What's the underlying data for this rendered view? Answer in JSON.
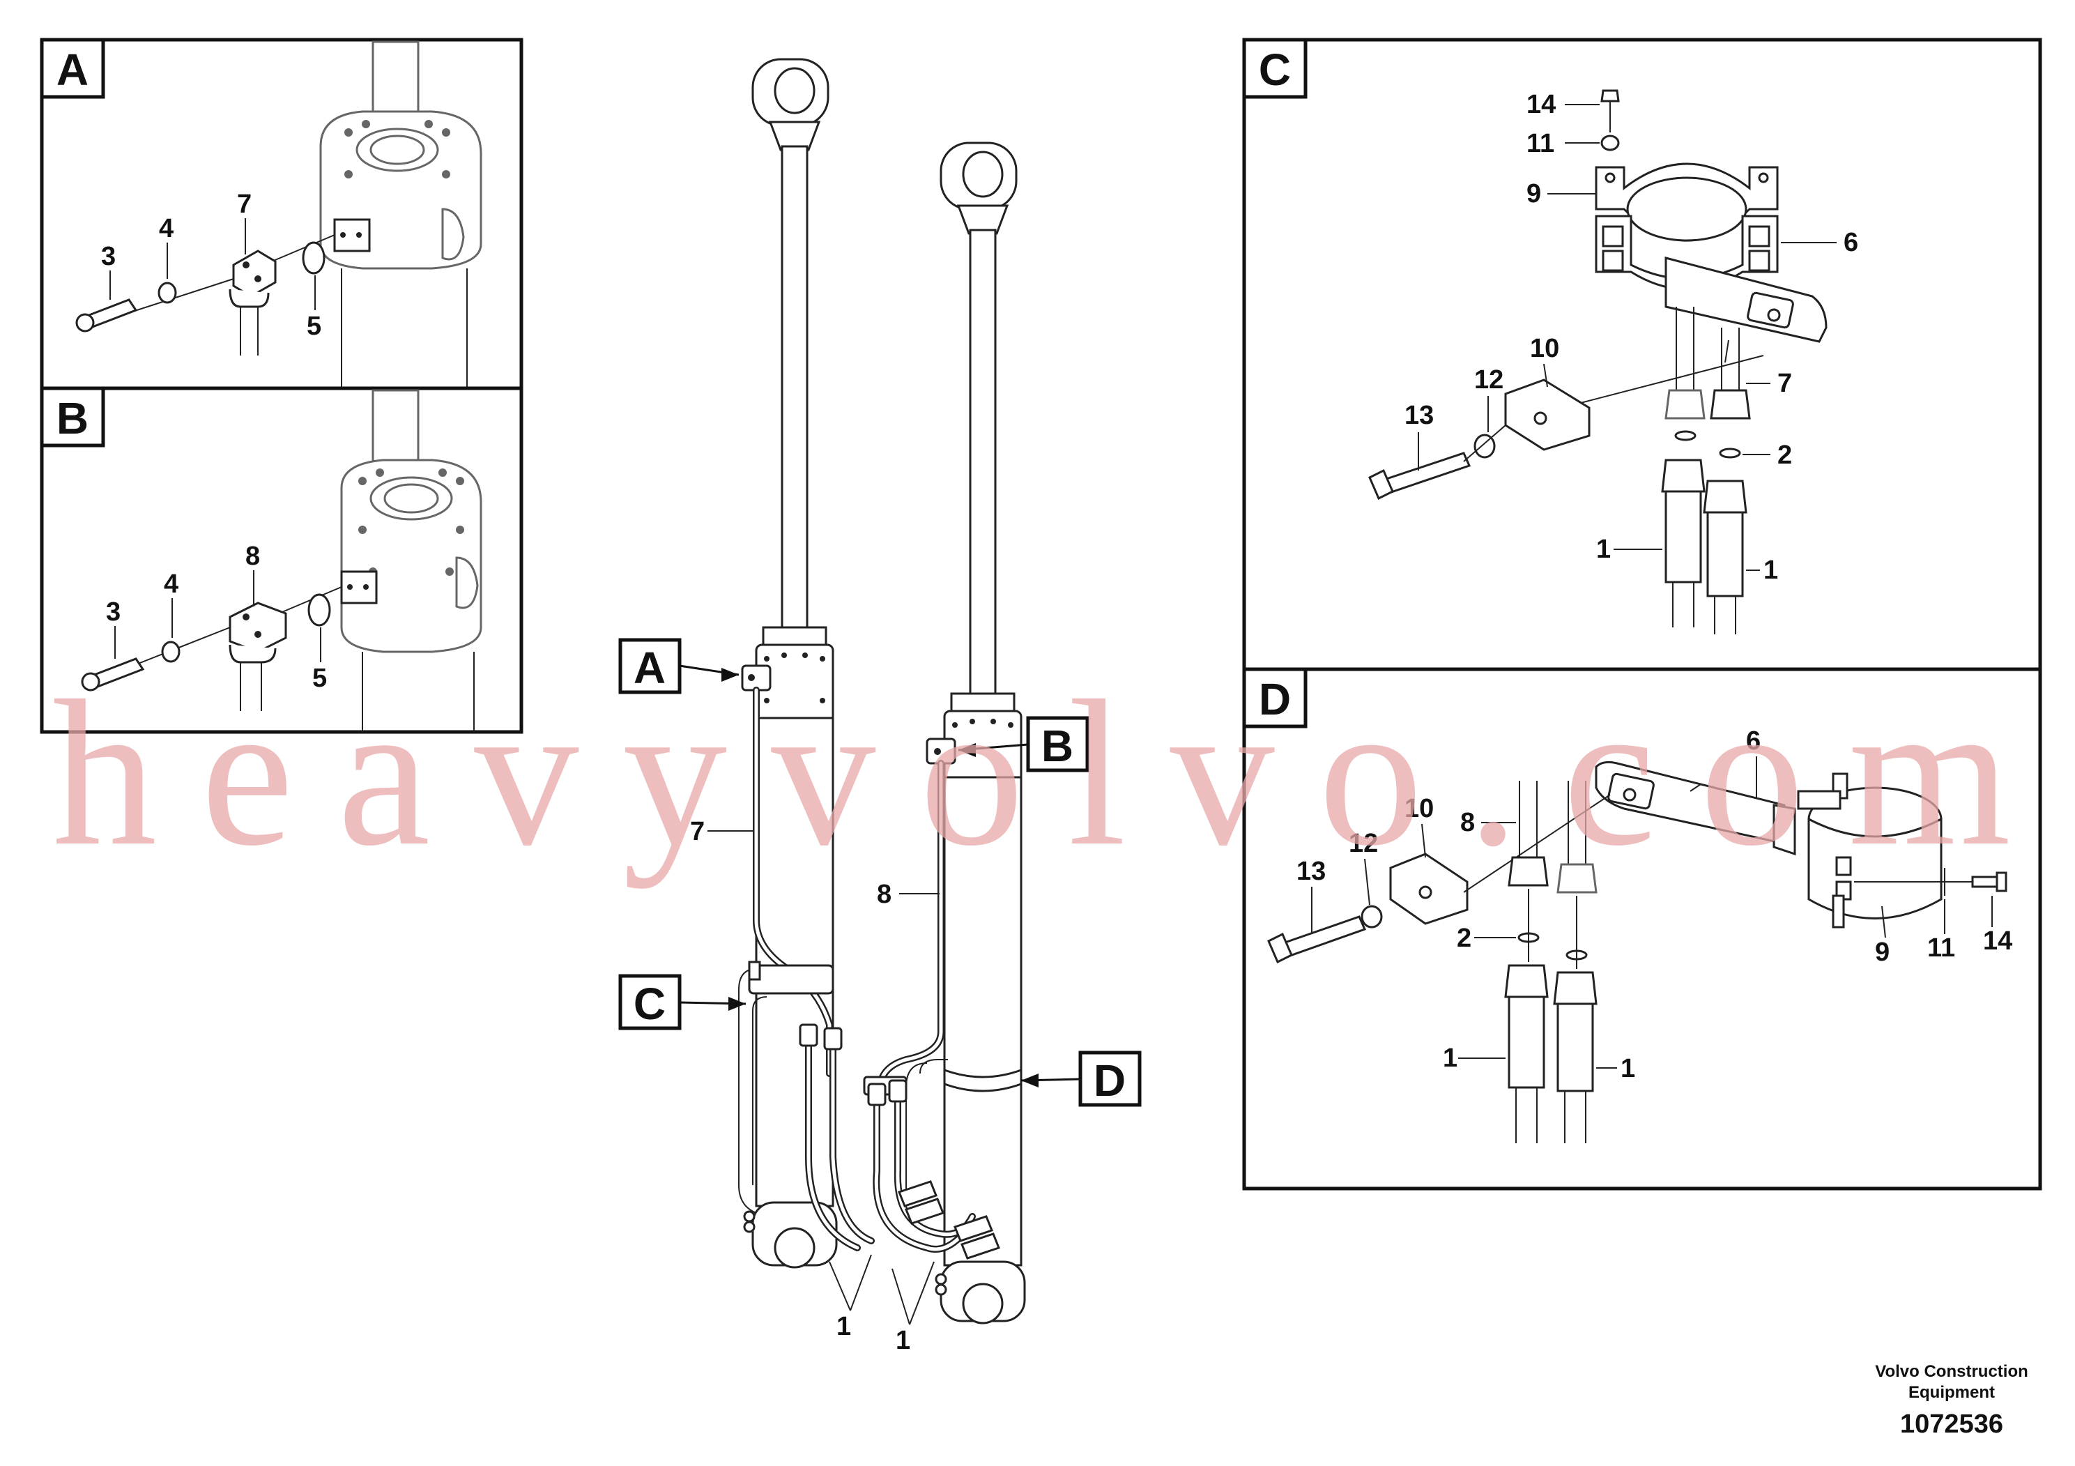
{
  "callouts": {
    "A": "A",
    "B": "B",
    "C": "C",
    "D": "D"
  },
  "panel_labels": {
    "A": "A",
    "B": "B",
    "C": "C",
    "D": "D"
  },
  "main_labels": {
    "hose_7": "7",
    "hose_8": "8",
    "hoses_left": "1",
    "hoses_right": "1"
  },
  "detail_A": {
    "bolt": "3",
    "washer": "4",
    "flange": "7",
    "oring": "5"
  },
  "detail_B": {
    "bolt": "3",
    "washer": "4",
    "flange": "8",
    "oring": "5"
  },
  "detail_C": {
    "screw": "14",
    "washer_small": "11",
    "clamp": "9",
    "bracket": "6",
    "block": "10",
    "washer": "12",
    "bolt": "13",
    "hose_7": "7",
    "oring": "2",
    "hose_left": "1",
    "hose_right": "1"
  },
  "detail_D": {
    "bracket": "6",
    "block": "10",
    "hose_8": "8",
    "washer": "12",
    "bolt": "13",
    "oring": "2",
    "clamp": "9",
    "washer_small": "11",
    "screw": "14",
    "hose_left": "1",
    "hose_right": "1"
  },
  "watermark": "heavyvolvo.com",
  "footer": {
    "brand_line1": "Volvo Construction",
    "brand_line2": "Equipment",
    "drawing_number": "1072536"
  }
}
